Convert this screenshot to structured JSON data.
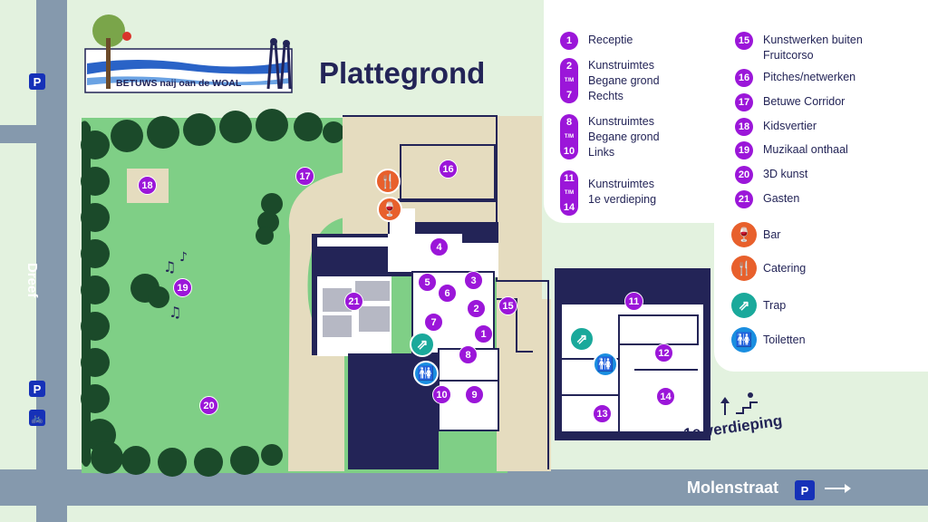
{
  "title": "Plattegrond",
  "logo": {
    "text": "BETUWS naij oan de WOAL"
  },
  "streets": {
    "dreef": "Dreef",
    "molenstraat": "Molenstraat"
  },
  "parking_label": "P",
  "floor_label": "1e verdieping",
  "map_pins": [
    "1",
    "2",
    "3",
    "4",
    "5",
    "6",
    "7",
    "8",
    "9",
    "10",
    "11",
    "12",
    "13",
    "14",
    "15",
    "16",
    "17",
    "18",
    "19",
    "20",
    "21"
  ],
  "legend": {
    "items": [
      {
        "num": "1",
        "label": "Receptie"
      },
      {
        "range": [
          "2",
          "T/M",
          "7"
        ],
        "lines": [
          "Kunstruimtes",
          "Begane grond",
          "Rechts"
        ]
      },
      {
        "range": [
          "8",
          "T/M",
          "10"
        ],
        "lines": [
          "Kunstruimtes",
          "Begane grond",
          "Links"
        ]
      },
      {
        "range": [
          "11",
          "T/M",
          "14"
        ],
        "lines": [
          "Kunstruimtes",
          "1e verdieping"
        ]
      },
      {
        "num": "15",
        "lines": [
          "Kunstwerken buiten",
          "Fruitcorso"
        ]
      },
      {
        "num": "16",
        "label": "Pitches/netwerken"
      },
      {
        "num": "17",
        "label": "Betuwe Corridor"
      },
      {
        "num": "18",
        "label": "Kidsvertier"
      },
      {
        "num": "19",
        "label": "Muzikaal onthaal"
      },
      {
        "num": "20",
        "label": "3D kunst"
      },
      {
        "num": "21",
        "label": "Gasten"
      }
    ],
    "icons": [
      {
        "name": "bar",
        "label": "Bar",
        "color": "#e8602c"
      },
      {
        "name": "catering",
        "label": "Catering",
        "color": "#e8602c"
      },
      {
        "name": "trap",
        "label": "Trap",
        "color": "#1aa99b"
      },
      {
        "name": "toilet",
        "label": "Toiletten",
        "color": "#1a8ee0"
      }
    ]
  },
  "colors": {
    "navy": "#232457",
    "purple": "#9b16d9",
    "grass": "#7fcf86",
    "hedge": "#1b4a2a",
    "road": "#8599ad",
    "path": "#e5dcbf"
  }
}
